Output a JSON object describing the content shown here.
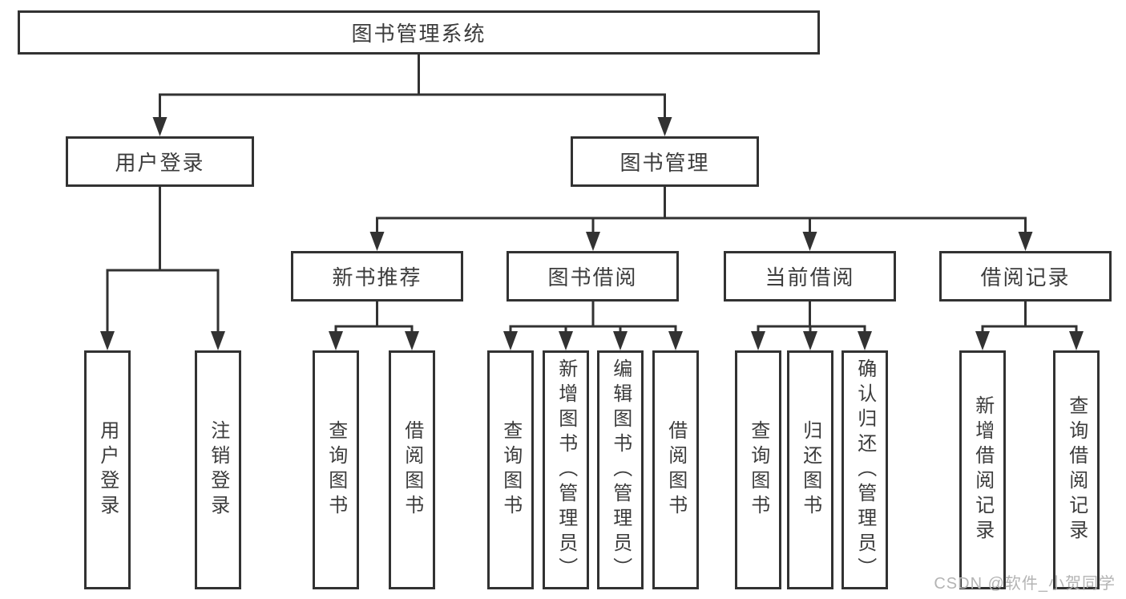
{
  "diagram": {
    "root": {
      "label": "图书管理系统"
    },
    "user_login": {
      "label": "用户登录",
      "children": [
        "用户登录",
        "注销登录"
      ]
    },
    "book_mgmt": {
      "label": "图书管理"
    },
    "new_book": {
      "label": "新书推荐",
      "children": [
        "查询图书",
        "借阅图书"
      ]
    },
    "borrow": {
      "label": "图书借阅",
      "children": [
        "查询图书",
        "新增图书（管理员）",
        "编辑图书（管理员）",
        "借阅图书"
      ]
    },
    "current": {
      "label": "当前借阅",
      "children": [
        "查询图书",
        "归还图书",
        "确认归还（管理员）"
      ]
    },
    "records": {
      "label": "借阅记录",
      "children": [
        "新增借阅记录",
        "查询借阅记录"
      ]
    }
  },
  "watermark": "CSDN @软件_小贺同学",
  "colors": {
    "line": "#323232",
    "text": "#3c3c3c",
    "box_background": "#ffffff",
    "watermark_text": "#b4b4b4"
  }
}
